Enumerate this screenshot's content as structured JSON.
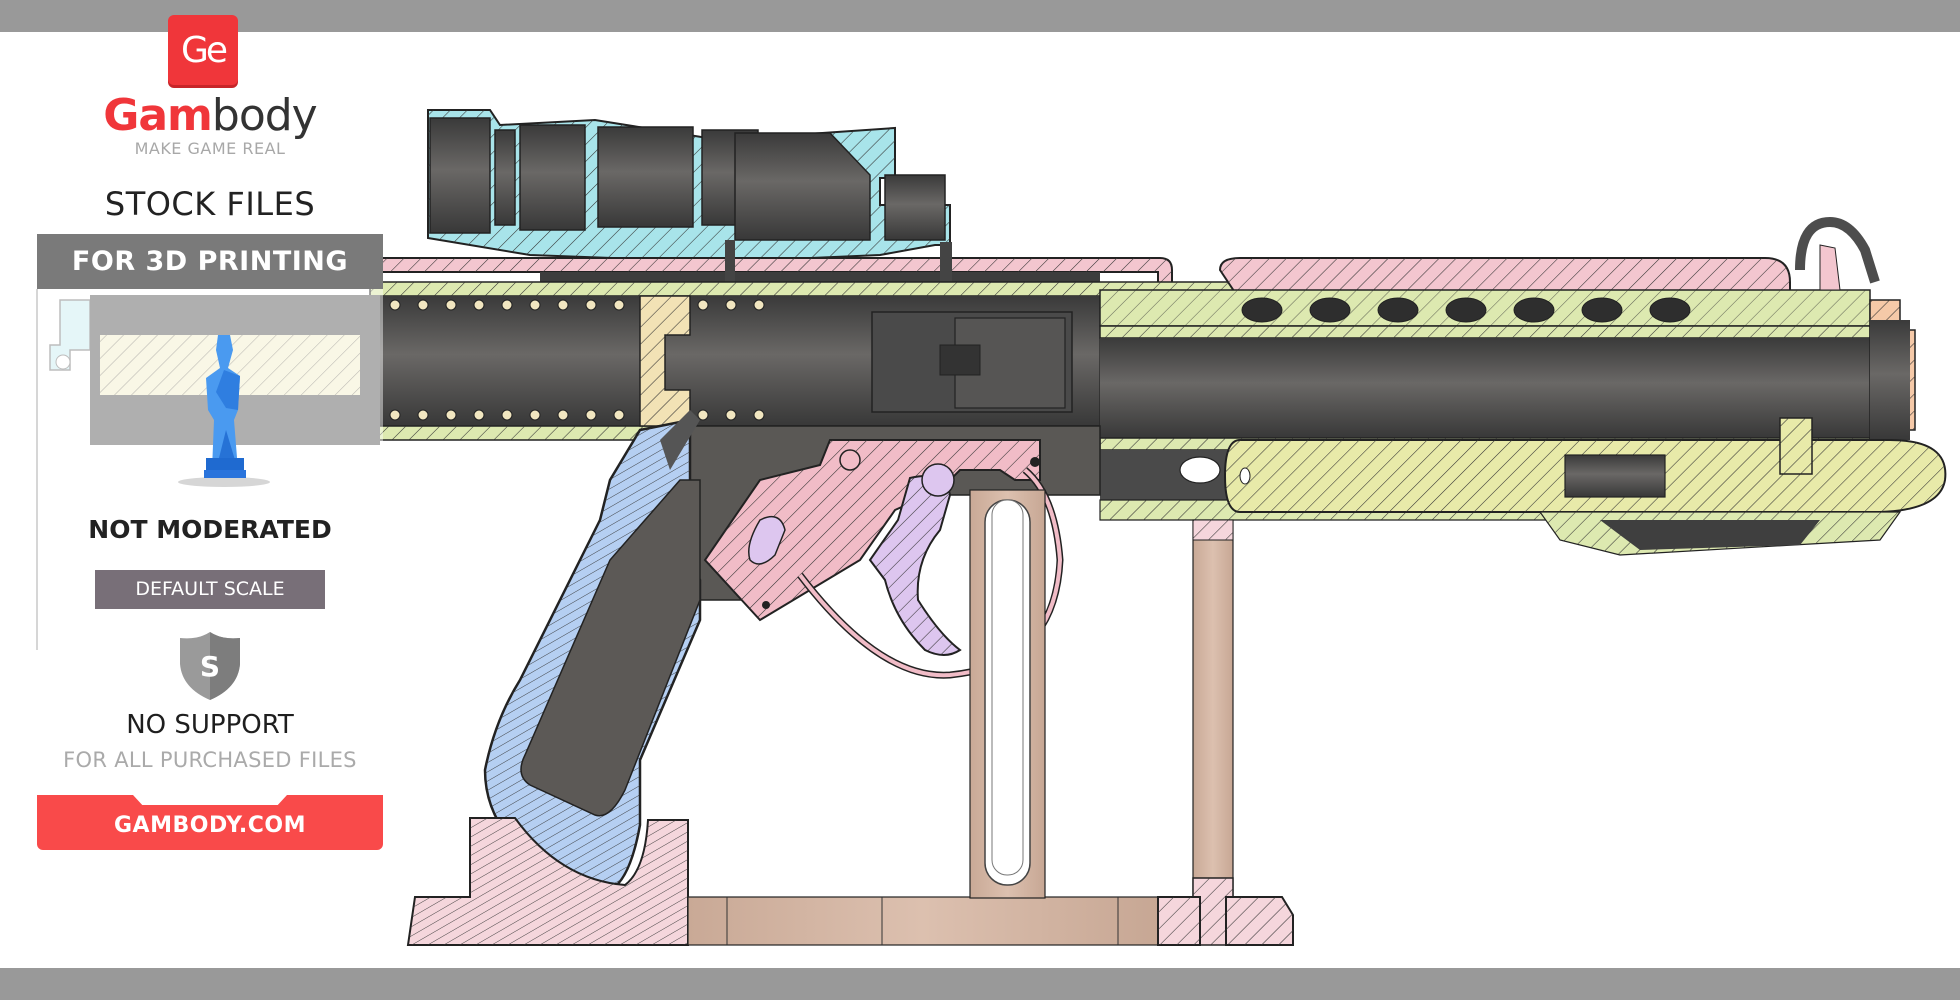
{
  "brand": {
    "logo_mark": "Ge",
    "name_part1": "Gam",
    "name_part2": "body",
    "tagline": "MAKE GAME REAL",
    "accent_color": "#f0363a"
  },
  "panel": {
    "title": "STOCK FILES",
    "subtitle": "FOR 3D PRINTING",
    "moderation_status": "NOT MODERATED",
    "scale_label": "DEFAULT SCALE",
    "shield_letter": "S",
    "support_title": "NO SUPPORT",
    "support_subtitle": "FOR ALL PURCHASED FILES",
    "website_button": "GAMBODY.COM"
  },
  "image": {
    "subject": "cross-section of blaster rifle on display stand",
    "section_colors": {
      "scope": "#a8e4ea",
      "upper_rail": "#f3c6cf",
      "receiver": "#dde9b0",
      "barrel_shroud": "#e8eaa9",
      "grip": "#b5cff2",
      "trigger": "#ddc6ef",
      "stand": "#d7b8a6",
      "stand_base": "#f5d6dc",
      "internal": "#4a4a4a"
    }
  }
}
